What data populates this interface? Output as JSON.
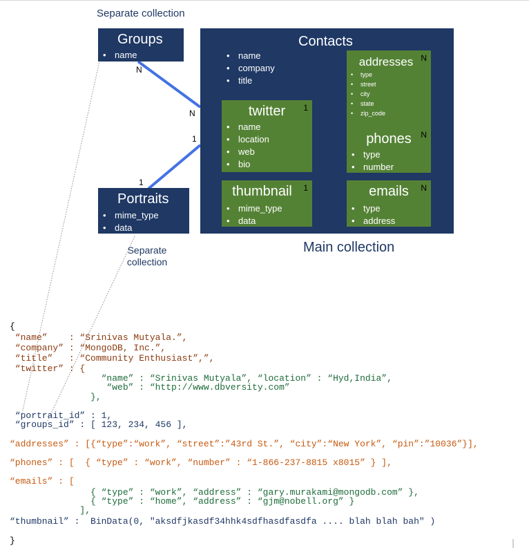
{
  "diagram": {
    "separate_top": "Separate collection",
    "separate_bottom_1": "Separate",
    "separate_bottom_2": "collection",
    "main_collection": "Main collection",
    "groups": {
      "title": "Groups",
      "fields": [
        "name"
      ]
    },
    "portraits": {
      "title": "Portraits",
      "fields": [
        "mime_type",
        "data"
      ]
    },
    "contacts": {
      "title": "Contacts",
      "fields": [
        "name",
        "company",
        "title"
      ]
    },
    "twitter": {
      "title": "twitter",
      "card": "1",
      "fields": [
        "name",
        "location",
        "web",
        "bio"
      ]
    },
    "thumbnail": {
      "title": "thumbnail",
      "card": "1",
      "fields": [
        "mime_type",
        "data"
      ]
    },
    "addresses": {
      "title": "addresses",
      "card": "N",
      "fields": [
        "type",
        "street",
        "city",
        "state",
        "zip_code"
      ]
    },
    "phones": {
      "title": "phones",
      "card": "N",
      "fields": [
        "type",
        "number"
      ]
    },
    "emails": {
      "title": "emails",
      "card": "N",
      "fields": [
        "type",
        "address"
      ]
    },
    "rel_groups_n1": "N",
    "rel_groups_n2": "N",
    "rel_portraits_1a": "1",
    "rel_portraits_1b": "1",
    "colors": {
      "navy": "#1f3864",
      "green": "#548235",
      "connector": "#4472e4"
    }
  },
  "code": {
    "open": "{",
    "name_line": " “name”    : “Srinivas Mutyala.”,",
    "company_line": " “company” : “MongoDB, Inc.”,",
    "title_line": " “title”   : “Community Enthusiast”,”,",
    "twitter_line": " “twitter” : {",
    "twitter_inner_1": "                 “name” : “Srinivas Mutyala”, “location” : “Hyd,India”,",
    "twitter_inner_2": "                  “web” : “http://www.dbversity.com”",
    "twitter_close": "               },",
    "portrait_line": " “portrait_id” : 1,",
    "groups_line": " “groups_id” : [ 123, 234, 456 ],",
    "addresses_line": "“addresses” : [{“type”:“work”, “street”:”43rd St.”, “city”:“New York”, “pin”:”10036”}],",
    "phones_line": "“phones” : [  { “type” : “work”, “number” : “1-866-237-8815 x8015” } ],",
    "emails_line": "“emails” : [",
    "emails_inner_1": "               { “type” : “work”, “address” : “gary.murakami@mongodb.com” },",
    "emails_inner_2": "               { “type” : “home”, “address” : “gjm@nobell.org” }",
    "emails_close": "             ],",
    "thumbnail_line": "“thumbnail” :  BinData(0, \"aksdfjkasdf34hhk4sdfhasdfasdfa .... blah blah bah\" )",
    "close": "}"
  }
}
